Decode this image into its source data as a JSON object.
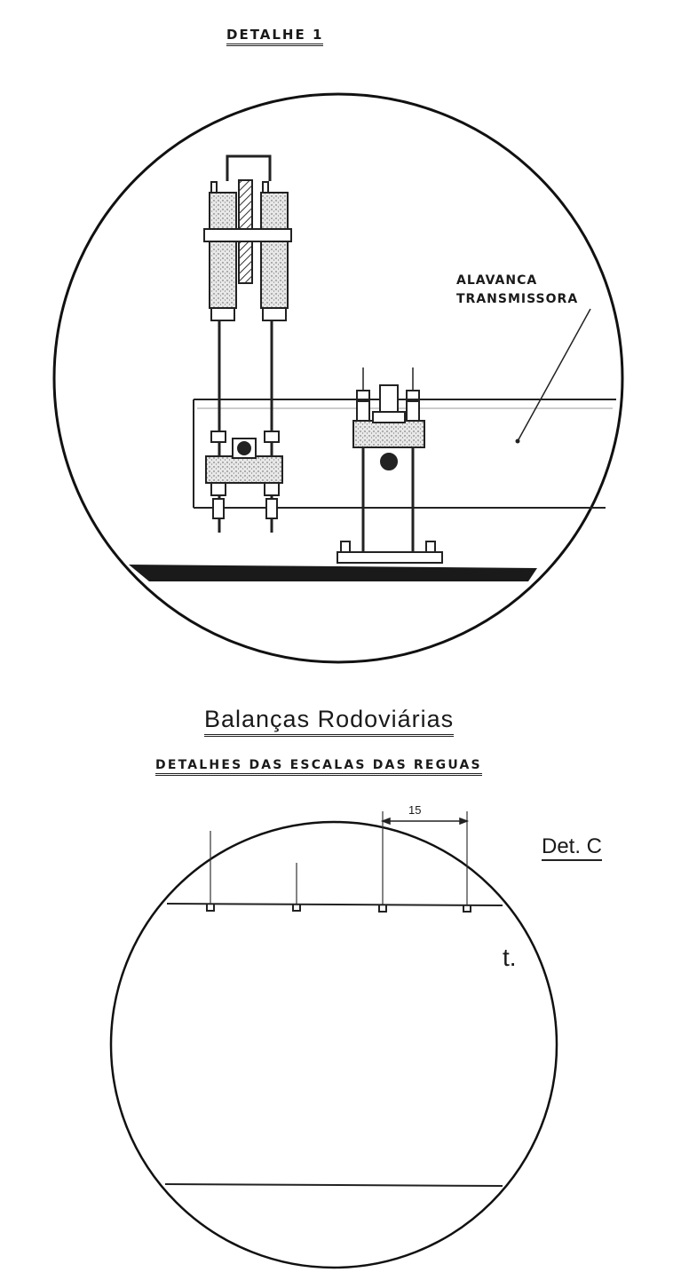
{
  "detail1": {
    "title": "DETALHE 1",
    "label_line1": "ALAVANCA",
    "label_line2": "TRANSMISSORA"
  },
  "section": {
    "title": "Balanças Rodoviárias",
    "subtitle": "DETALHES DAS ESCALAS DAS REGUAS"
  },
  "detail_c": {
    "title": "Det. C",
    "dimension": "15",
    "thickness_label": "t."
  }
}
